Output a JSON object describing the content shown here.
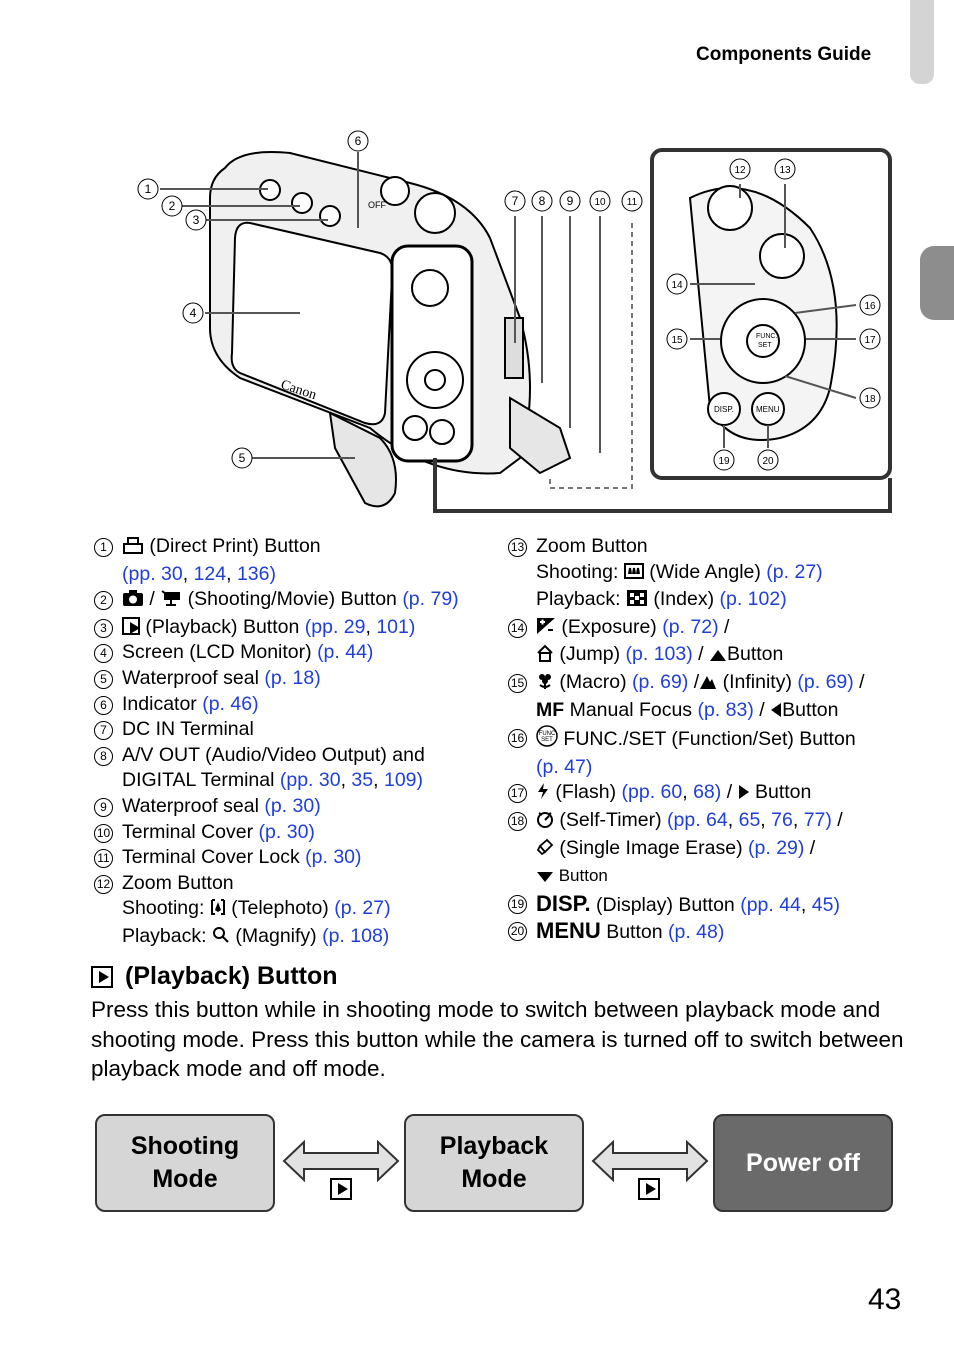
{
  "header": {
    "title": "Components Guide",
    "page_number": "43"
  },
  "callouts": [
    "1",
    "2",
    "3",
    "4",
    "5",
    "6",
    "7",
    "8",
    "9",
    "10",
    "11",
    "12",
    "13",
    "14",
    "15",
    "16",
    "17",
    "18",
    "19",
    "20"
  ],
  "camera_labels": {
    "brand": "Canon",
    "off": "OFF",
    "func_set": "FUNC. SET",
    "disp": "DISP.",
    "menu": "MENU"
  },
  "legend_left": [
    {
      "n": "1",
      "pre": " (Direct Print) Button",
      "links": [
        "pp. 30",
        "124",
        "136"
      ]
    },
    {
      "n": "2",
      "pre": " / ",
      "mid": " (Shooting/Movie) Button ",
      "link": "(p. 79)"
    },
    {
      "n": "3",
      "pre": " (Playback) Button ",
      "links": [
        "pp. 29",
        "101"
      ]
    },
    {
      "n": "4",
      "pre": "Screen (LCD Monitor) ",
      "link": "(p. 44)"
    },
    {
      "n": "5",
      "pre": "Waterproof seal ",
      "link": "(p. 18)"
    },
    {
      "n": "6",
      "pre": "Indicator ",
      "link": "(p. 46)"
    },
    {
      "n": "7",
      "pre": "DC IN Terminal"
    },
    {
      "n": "8",
      "pre": "A/V OUT (Audio/Video Output) and",
      "pre2": "DIGITAL Terminal ",
      "links": [
        "pp. 30",
        "35",
        "109"
      ]
    },
    {
      "n": "9",
      "pre": "Waterproof seal ",
      "link": "(p. 30)"
    },
    {
      "n": "10",
      "pre": "Terminal Cover ",
      "link": "(p. 30)"
    },
    {
      "n": "11",
      "pre": "Terminal Cover Lock ",
      "link": "(p. 30)"
    },
    {
      "n": "12",
      "pre": "Zoom Button",
      "l2": "Shooting: ",
      "l2b": " (Telephoto) ",
      "l2link": "(p. 27)",
      "l3": "Playback: ",
      "l3b": " (Magnify) ",
      "l3link": "(p. 108)"
    }
  ],
  "legend_right": [
    {
      "n": "13",
      "pre": "Zoom Button",
      "l2": "Shooting: ",
      "l2b": " (Wide Angle) ",
      "l2link": "(p. 27)",
      "l3": "Playback: ",
      "l3b": " (Index) ",
      "l3link": "(p. 102)"
    },
    {
      "n": "14",
      "pre": " (Exposure) ",
      "link": "(p. 72)",
      "post": " /",
      "l2b": " (Jump) ",
      "l2link": "(p. 103)",
      "l2post": " / ",
      "l2end": "Button"
    },
    {
      "n": "15",
      "pre": " (Macro) ",
      "link": "(p. 69)",
      "mid": " /",
      "mid2": " (Infinity) ",
      "link2": "(p. 69)",
      "post": " /",
      "l2a": "MF",
      "l2b": " Manual Focus ",
      "l2link": "(p. 83)",
      "l2post": " / ",
      "l2end": "Button"
    },
    {
      "n": "16",
      "pre": " FUNC./SET (Function/Set) Button",
      "l2link": "(p. 47)"
    },
    {
      "n": "17",
      "pre": " (Flash) ",
      "links": [
        "pp. 60",
        "68"
      ],
      "post": " / ",
      "end": " Button"
    },
    {
      "n": "18",
      "pre": " (Self-Timer) ",
      "links": [
        "pp. 64",
        "65",
        "76",
        "77"
      ],
      "post": " /",
      "l2b": " (Single Image Erase) ",
      "l2link": "(p. 29)",
      "l2post": " /",
      "l3": " Button"
    },
    {
      "n": "19",
      "a": "DISP.",
      "pre": " (Display) Button ",
      "links": [
        "pp. 44",
        "45"
      ]
    },
    {
      "n": "20",
      "a": "MENU",
      "pre": " Button ",
      "link": "(p. 48)"
    }
  ],
  "section": {
    "title": "(Playback) Button",
    "body": "Press this button while in shooting mode to switch between playback mode and shooting mode. Press this button while the camera is turned off to switch between playback mode and off mode."
  },
  "modes": [
    {
      "l1": "Shooting",
      "l2": "Mode"
    },
    {
      "l1": "Playback",
      "l2": "Mode"
    },
    {
      "l1": "Power off"
    }
  ],
  "colors": {
    "link": "#1f3fd6",
    "mode_light": "#d6d6d6",
    "mode_dark": "#6a6a6a",
    "tab_side": "#8d8d8d",
    "tab_top": "#d4d4d4"
  }
}
